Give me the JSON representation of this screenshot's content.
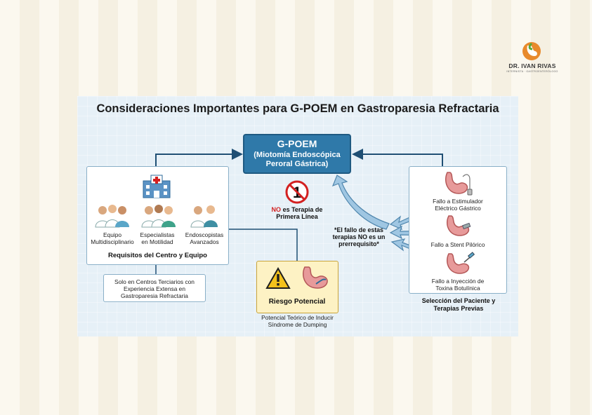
{
  "logo": {
    "name": "DR. IVAN RIVAS",
    "subtitle": "INTERNISTA · GASTROENTERÓLOGO"
  },
  "diagram": {
    "title": "Consideraciones Importantes para G-POEM en Gastroparesia Refractaria",
    "center": {
      "title": "G-POEM",
      "subtitle": "(Miotomía Endoscópica Peroral Gástrica)"
    },
    "not_first_line": {
      "no": "NO",
      "rest": "es Terapia de",
      "line2": "Primera Línea"
    },
    "left": {
      "icons": [
        {
          "label1": "Equipo",
          "label2": "Multidisciplinario"
        },
        {
          "label1": "Especialistas",
          "label2": "en Motilidad"
        },
        {
          "label1": "Endoscopistas",
          "label2": "Avanzados"
        }
      ],
      "heading": "Requisitos del Centro y Equipo",
      "note": "Solo en Centros Terciarios con Experiencia Extensa en Gastroparesia Refractaria"
    },
    "risk": {
      "label": "Riesgo Potencial",
      "note": "Potencial Teórico de Inducir Síndrome de Dumping"
    },
    "failure_note": "*El fallo de estas terapias NO es un prerrequisito*",
    "right": {
      "items": [
        {
          "label1": "Fallo a Estimulador",
          "label2": "Eléctrico Gástrico"
        },
        {
          "label1": "Fallo a Stent Pilórico",
          "label2": ""
        },
        {
          "label1": "Fallo a Inyección de",
          "label2": "Toxina Botulínica"
        }
      ],
      "heading1": "Selección del Paciente y",
      "heading2": "Terapias Previas"
    }
  }
}
